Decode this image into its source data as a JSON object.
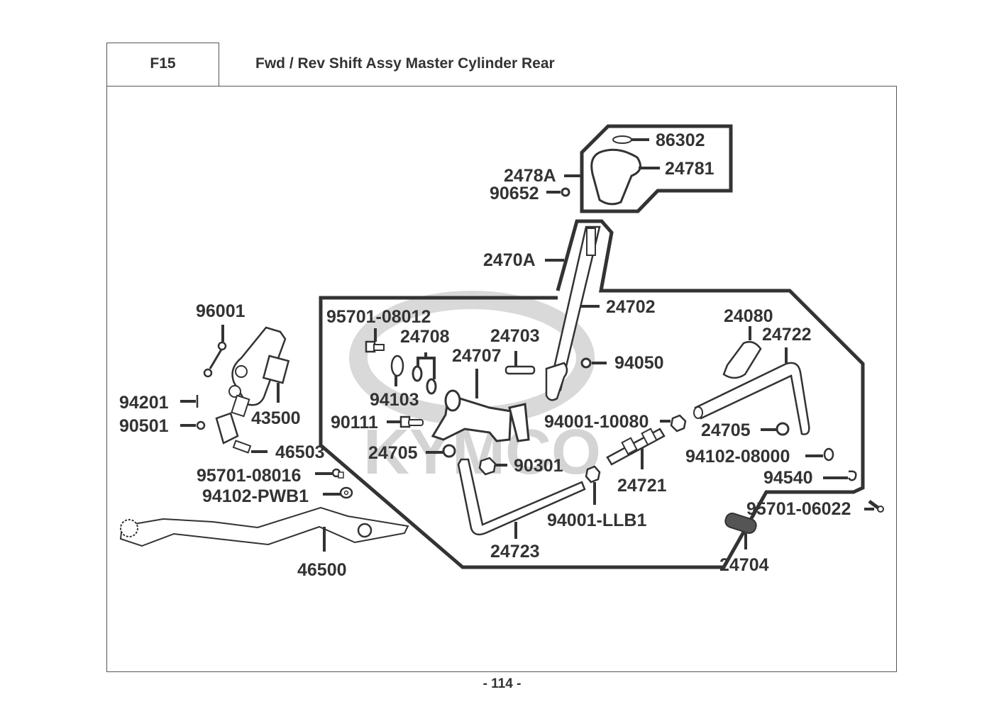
{
  "header": {
    "section_code": "F15",
    "title": "Fwd / Rev Shift Assy  Master Cylinder Rear"
  },
  "footer": {
    "page_number": "- 114 -"
  },
  "watermark": {
    "text": "KYMCO"
  },
  "parts": [
    {
      "id": "86302",
      "label": "86302"
    },
    {
      "id": "24781",
      "label": "24781"
    },
    {
      "id": "2478A",
      "label": "2478A"
    },
    {
      "id": "90652",
      "label": "90652"
    },
    {
      "id": "2470A",
      "label": "2470A"
    },
    {
      "id": "24702",
      "label": "24702"
    },
    {
      "id": "96001",
      "label": "96001"
    },
    {
      "id": "95701-08012",
      "label": "95701-08012"
    },
    {
      "id": "24708",
      "label": "24708"
    },
    {
      "id": "24707",
      "label": "24707"
    },
    {
      "id": "24703",
      "label": "24703"
    },
    {
      "id": "94050",
      "label": "94050"
    },
    {
      "id": "24080",
      "label": "24080"
    },
    {
      "id": "24722",
      "label": "24722"
    },
    {
      "id": "94201",
      "label": "94201"
    },
    {
      "id": "43500",
      "label": "43500"
    },
    {
      "id": "94103",
      "label": "94103"
    },
    {
      "id": "90501",
      "label": "90501"
    },
    {
      "id": "90111",
      "label": "90111"
    },
    {
      "id": "94001-10080",
      "label": "94001-10080"
    },
    {
      "id": "24705a",
      "label": "24705"
    },
    {
      "id": "24705b",
      "label": "24705"
    },
    {
      "id": "46503",
      "label": "46503"
    },
    {
      "id": "90301",
      "label": "90301"
    },
    {
      "id": "94102-08000",
      "label": "94102-08000"
    },
    {
      "id": "95701-08016",
      "label": "95701-08016"
    },
    {
      "id": "24721",
      "label": "24721"
    },
    {
      "id": "94540",
      "label": "94540"
    },
    {
      "id": "94102-PWB1",
      "label": "94102-PWB1"
    },
    {
      "id": "95701-06022",
      "label": "95701-06022"
    },
    {
      "id": "94001-LLB1",
      "label": "94001-LLB1"
    },
    {
      "id": "24723",
      "label": "24723"
    },
    {
      "id": "24704",
      "label": "24704"
    },
    {
      "id": "46500",
      "label": "46500"
    }
  ]
}
